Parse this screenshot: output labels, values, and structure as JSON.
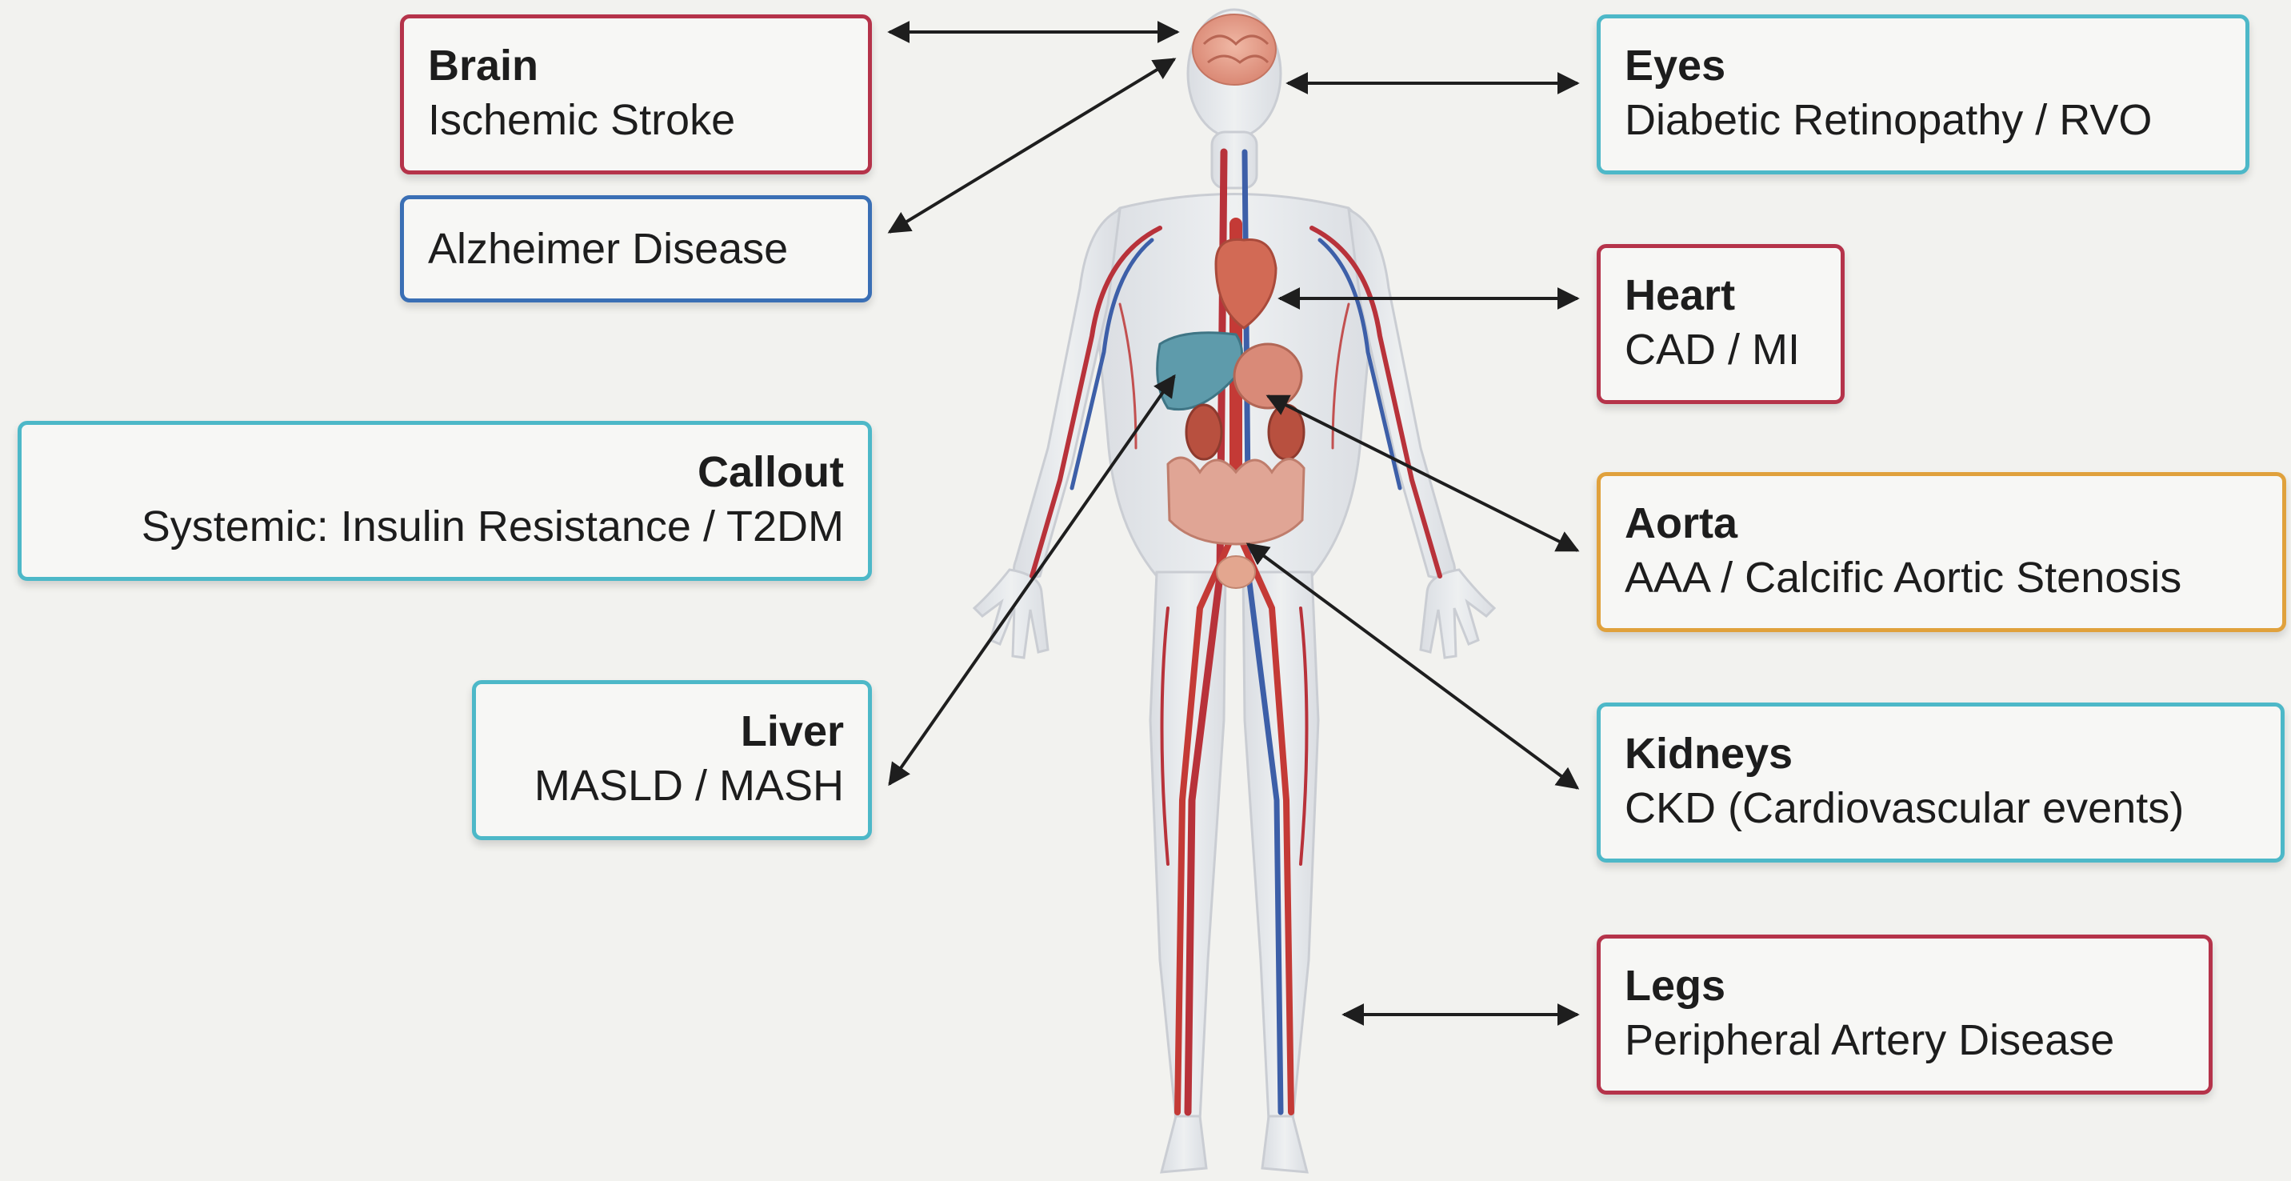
{
  "colors": {
    "background": "#f2f2ef",
    "red": "#b5334a",
    "blue": "#3a6fb5",
    "cyan": "#4db8c8",
    "orange": "#e0a13c",
    "arrow": "#1e1e1e"
  },
  "labels": {
    "brain": {
      "title": "Brain",
      "desc": "Ischemic Stroke",
      "color": "red"
    },
    "alzheimer": {
      "desc": "Alzheimer Disease",
      "color": "blue"
    },
    "callout": {
      "title": "Callout",
      "desc": "Systemic: Insulin Resistance / T2DM",
      "color": "cyan"
    },
    "liver": {
      "title": "Liver",
      "desc": "MASLD / MASH",
      "color": "cyan"
    },
    "eyes": {
      "title": "Eyes",
      "desc": "Diabetic Retinopathy / RVO",
      "color": "cyan"
    },
    "heart": {
      "title": "Heart",
      "desc": "CAD / MI",
      "color": "red"
    },
    "aorta": {
      "title": "Aorta",
      "desc": "AAA / Calcific Aortic Stenosis",
      "color": "orange"
    },
    "kidneys": {
      "title": "Kidneys",
      "desc": "CKD (Cardiovascular events)",
      "color": "cyan"
    },
    "legs": {
      "title": "Legs",
      "desc": "Peripheral Artery Disease",
      "color": "red"
    }
  }
}
